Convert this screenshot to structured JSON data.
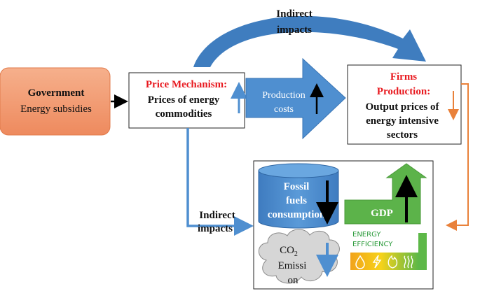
{
  "government": {
    "title": "Government",
    "subtitle": "Energy subsidies"
  },
  "price_mechanism": {
    "title": "Price Mechanism:",
    "line1": "Prices of energy",
    "line2": "commodities"
  },
  "production_costs": {
    "line1": "Production",
    "line2": "costs"
  },
  "firms": {
    "title1": "Firms",
    "title2": "Production:",
    "line1": "Output prices of",
    "line2": "energy intensive",
    "line3": "sectors"
  },
  "indirect_top": {
    "line1": "Indirect",
    "line2": "impacts"
  },
  "indirect_bottom": {
    "line1": "Indirect",
    "line2": "impacts"
  },
  "fossil": {
    "line1": "Fossil",
    "line2": "fuels",
    "line3": "consumption"
  },
  "co2": {
    "line1a": "CO",
    "line1sub": "2",
    "line2": "Emissi",
    "line3": "on"
  },
  "gdp": {
    "label": "GDP"
  },
  "energy_efficiency": {
    "line1": "ENERGY",
    "line2": "EFFICIENCY"
  },
  "colors": {
    "red_title": "#e8191f",
    "blue_arrow": "#4f8fd0",
    "orange_arrow": "#e9813a",
    "green": "#5cb34a",
    "government_fill": "#f2956a"
  }
}
